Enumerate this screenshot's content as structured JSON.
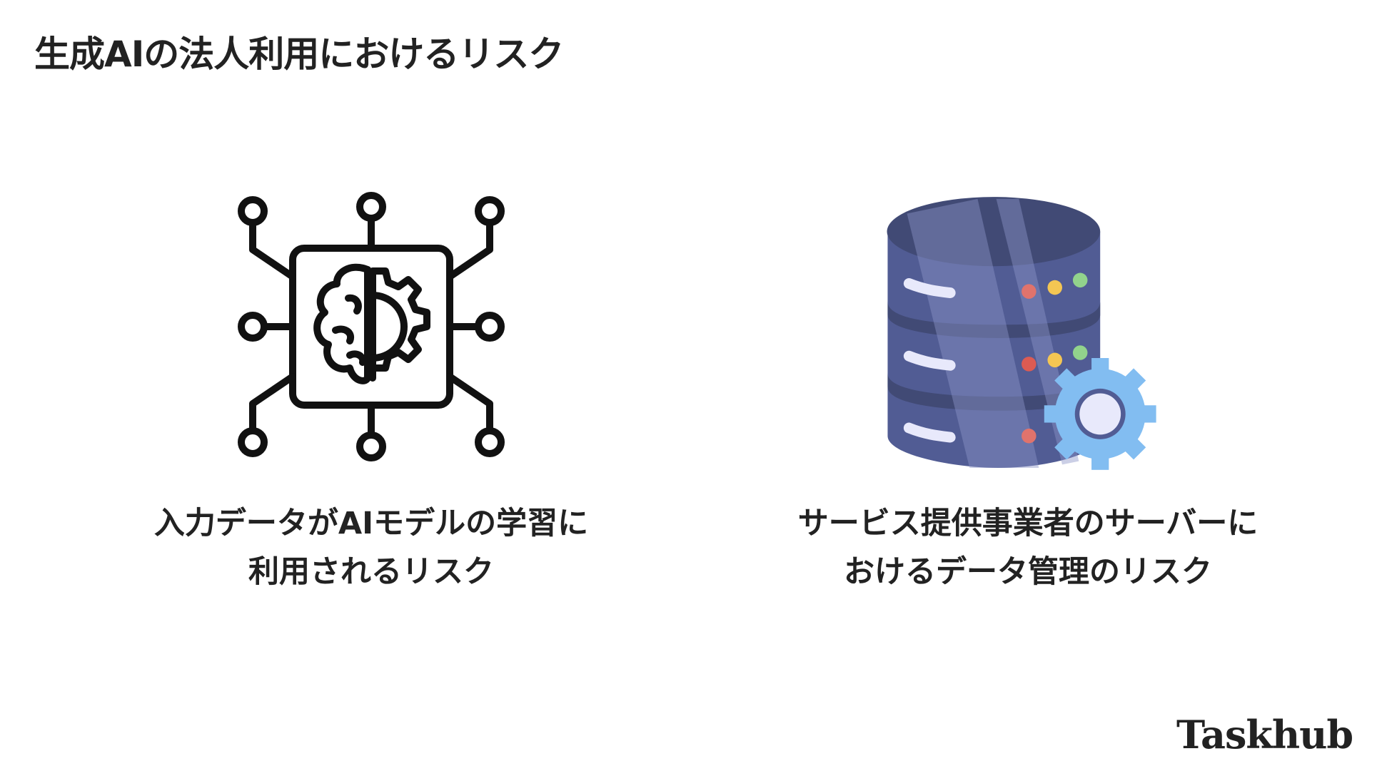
{
  "title": "生成AIの法人利用におけるリスク",
  "items": [
    {
      "icon": "ai-brain-circuit-icon",
      "caption_lines": [
        "入力データがAIモデルの学習に",
        "利用されるリスク"
      ]
    },
    {
      "icon": "database-gear-icon",
      "caption_lines": [
        "サービス提供事業者のサーバーに",
        "おけるデータ管理のリスク"
      ]
    }
  ],
  "logo": "Taskhub",
  "colors": {
    "text": "#222222",
    "db_body": "#515C94",
    "db_dark": "#414A75",
    "gear": "#82BDF1"
  }
}
